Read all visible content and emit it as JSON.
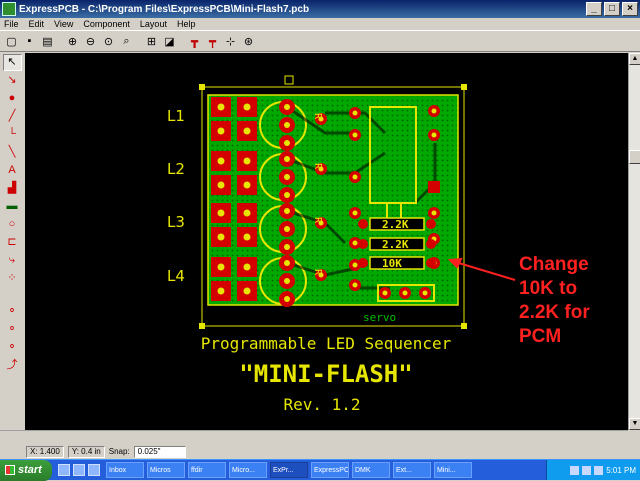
{
  "window": {
    "title": "ExpressPCB - C:\\Program Files\\ExpressPCB\\Mini-Flash7.pcb",
    "buttons": {
      "minimize": "_",
      "maximize": "□",
      "close": "×"
    }
  },
  "menu": [
    "File",
    "Edit",
    "View",
    "Component",
    "Layout",
    "Help"
  ],
  "toolbar": {
    "icons": [
      "new-icon",
      "save-icon",
      "print-icon",
      "zoom-in-icon",
      "zoom-out-icon",
      "zoom-fit-icon",
      "zoom-area-icon",
      "properties-icon",
      "layers-icon",
      "component-icon",
      "pin-icon",
      "pad-icon",
      "via-icon",
      "move-icon"
    ]
  },
  "left_tools": [
    "pointer-icon",
    "select-icon",
    "pad-icon",
    "trace-icon",
    "angle-trace-icon",
    "diagonal-trace-icon",
    "text-icon",
    "component-icon",
    "filled-plane-icon",
    "circle-icon",
    "rectangle-icon",
    "rubber-band-icon",
    "net-icon",
    "layer-top-icon",
    "layer-bottom-icon",
    "layer-silk-icon",
    "route-icon"
  ],
  "pcb": {
    "led_labels": [
      "L1",
      "L2",
      "L3",
      "L4"
    ],
    "resistor_labels": [
      "R",
      "R",
      "R",
      "R"
    ],
    "chip_labels": [
      "2.2K",
      "2.2K",
      "10K"
    ],
    "bottom_label": "servo",
    "subtitle": "Programmable LED Sequencer",
    "title": "\"MINI-FLASH\"",
    "revision": "Rev. 1.2",
    "annotation": [
      "Change",
      "10K to",
      "2.2K for",
      "PCM"
    ],
    "colors": {
      "board": "#00a800",
      "pad": "#d40000",
      "silk": "#e6e600",
      "annotation": "#ff2020"
    }
  },
  "status": {
    "coord_x": "X: 1.400",
    "coord_y": "Y: 0.4 in",
    "snap_label": "Snap:",
    "snap_value": "0.025\""
  },
  "taskbar": {
    "start": "start",
    "tasks": [
      "Inbox",
      "Micros",
      "ffdir",
      "Micro...",
      "ExPr...",
      "ExpressPCB",
      "DMK",
      "Ext...",
      "Mini..."
    ],
    "time": "5:01 PM"
  }
}
